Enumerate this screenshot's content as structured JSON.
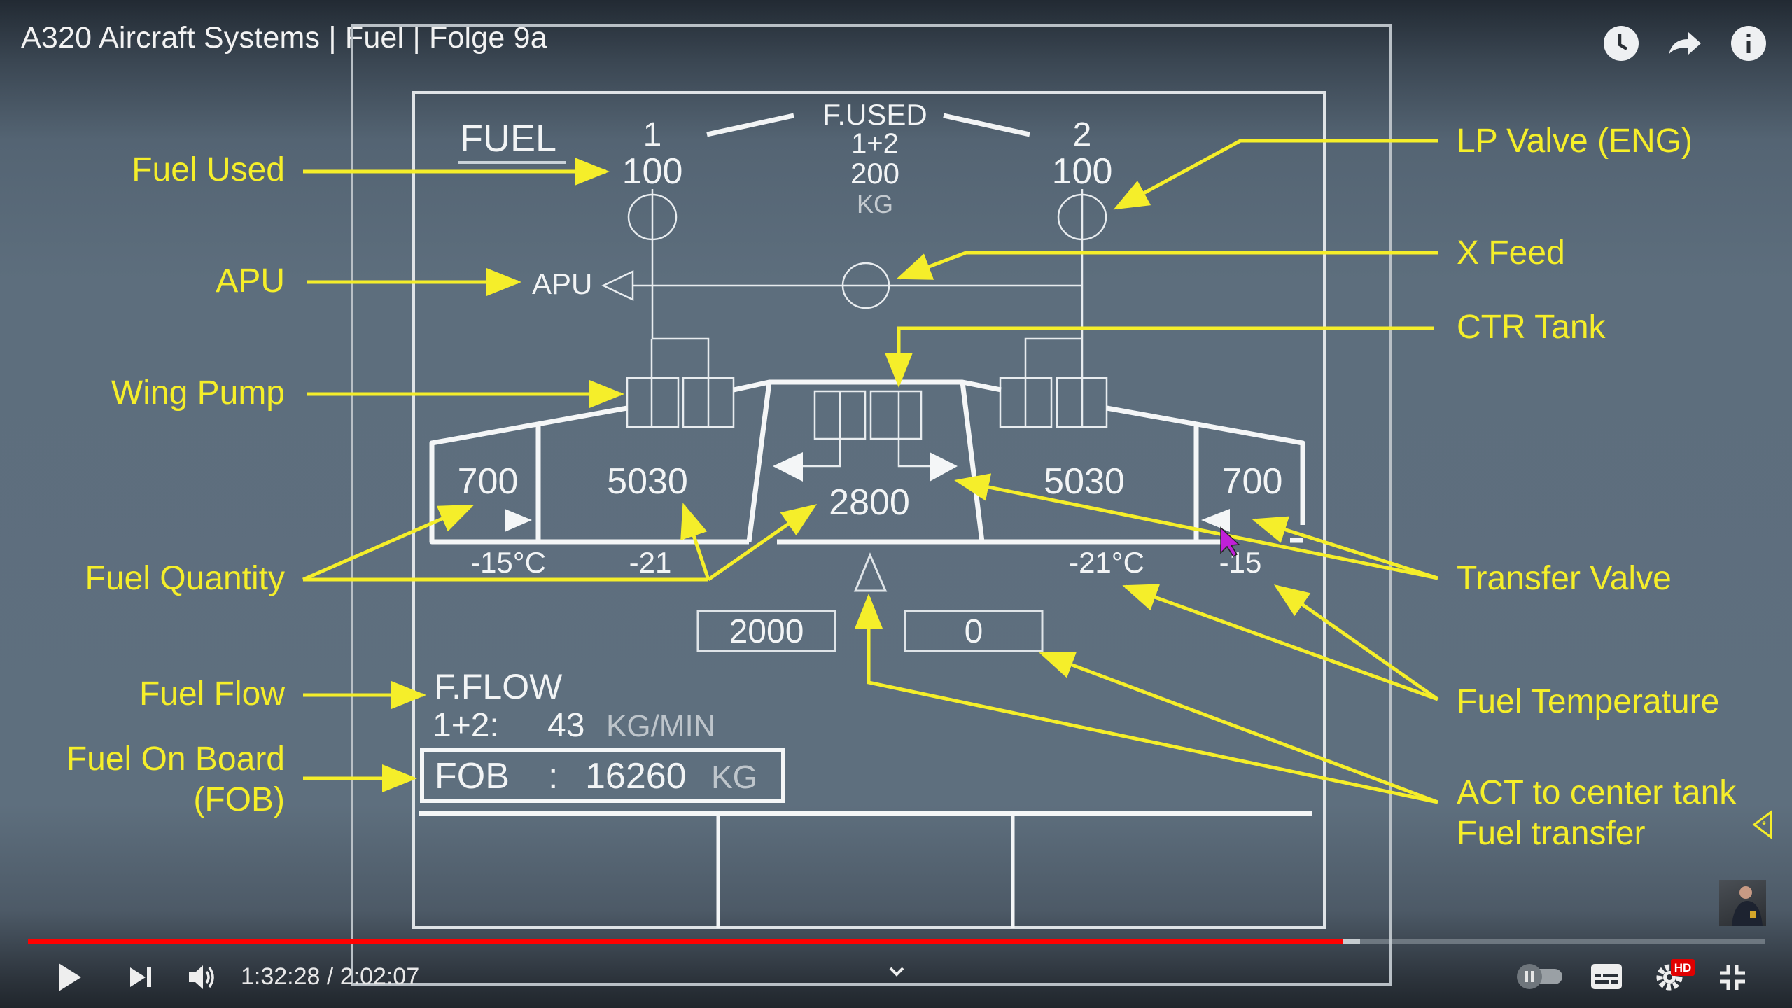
{
  "video": {
    "title": "A320 Aircraft Systems | Fuel | Folge 9a",
    "time_current": "1:32:28",
    "time_separator": " / ",
    "time_total": "2:02:07",
    "progress_percent": 75.7,
    "buffer_percent": 76.7,
    "accent_color": "#ff0000",
    "top_icons": [
      "watch-later-icon",
      "share-icon",
      "info-icon"
    ],
    "settings_badge": "HD"
  },
  "ecam": {
    "page_title": "FUEL",
    "engine1_label": "1",
    "engine2_label": "2",
    "fused_label": "F.USED",
    "fused_sum_label": "1+2",
    "fused_eng1": "100",
    "fused_eng2": "100",
    "fused_total": "200",
    "fused_unit": "KG",
    "apu_label": "APU",
    "left_outer_qty": "700",
    "left_inner_qty": "5030",
    "center_qty": "2800",
    "right_inner_qty": "5030",
    "right_outer_qty": "700",
    "left_outer_temp": "-15°C",
    "left_inner_temp": "-21",
    "right_inner_temp": "-21°C",
    "right_outer_temp": "-15",
    "act_left_qty": "2000",
    "act_right_qty": "0",
    "fflow_label": "F.FLOW",
    "fflow_sum_label": "1+2:",
    "fflow_value": "43",
    "fflow_unit": "KG/MIN",
    "fob_label": "FOB",
    "fob_sep": ":",
    "fob_value": "16260",
    "fob_unit": "KG"
  },
  "annotations": {
    "left": {
      "fuel_used": "Fuel Used",
      "apu": "APU",
      "wing_pump": "Wing Pump",
      "fuel_quantity": "Fuel Quantity",
      "fuel_flow": "Fuel Flow",
      "fob_line1": "Fuel On Board",
      "fob_line2": "(FOB)"
    },
    "right": {
      "lp_valve": "LP Valve (ENG)",
      "x_feed": "X Feed",
      "ctr_tank": "CTR Tank",
      "transfer_valve": "Transfer Valve",
      "fuel_temperature": "Fuel Temperature",
      "act_line1": "ACT to center tank",
      "act_line2": "Fuel transfer"
    },
    "color": "#f5ee2a"
  }
}
